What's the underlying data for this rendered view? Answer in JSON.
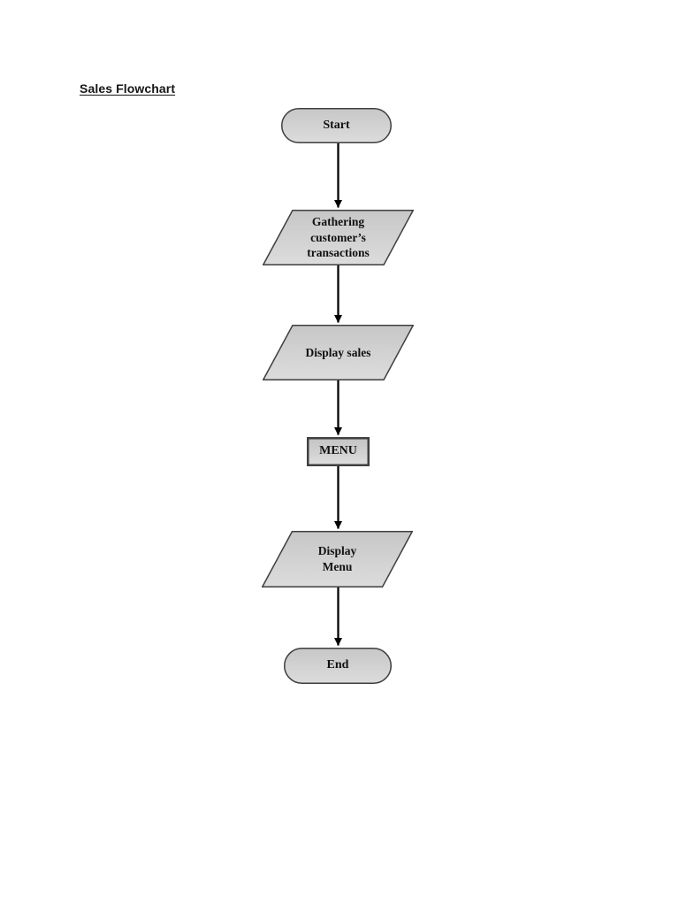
{
  "page": {
    "title": "Sales Flowchart"
  },
  "flowchart": {
    "nodes": {
      "start": {
        "type": "terminator",
        "label": "Start"
      },
      "gather": {
        "type": "input-output",
        "label": "Gathering\ncustomer’s\ntransactions"
      },
      "display_sales": {
        "type": "input-output",
        "label": "Display sales"
      },
      "menu": {
        "type": "process",
        "label": "MENU"
      },
      "display_menu": {
        "type": "input-output",
        "label": "Display\nMenu"
      },
      "end": {
        "type": "terminator",
        "label": "End"
      }
    },
    "connections": [
      {
        "from": "start",
        "to": "gather"
      },
      {
        "from": "gather",
        "to": "display_sales"
      },
      {
        "from": "display_sales",
        "to": "menu"
      },
      {
        "from": "menu",
        "to": "display_menu"
      },
      {
        "from": "display_menu",
        "to": "end"
      }
    ],
    "colors": {
      "shape_fill_top": "#c7c7c7",
      "shape_fill_bottom": "#dcdcdc",
      "shape_border": "#3f3f3f",
      "arrow": "#000000",
      "text": "#111111"
    }
  }
}
